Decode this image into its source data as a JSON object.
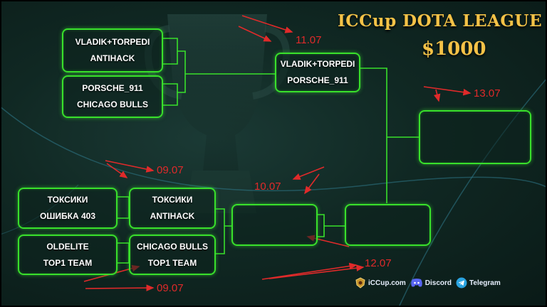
{
  "header": {
    "title": "ICCup DOTA LEAGUE",
    "prize": "$1000"
  },
  "bracket": {
    "upper_r1_m1": [
      "VLADIK+TORPEDI",
      "ANTIHACK"
    ],
    "upper_r1_m2": [
      "PORSCHE_911",
      "CHICAGO BULLS"
    ],
    "upper_final": [
      "VLADIK+TORPEDI",
      "PORSCHE_911"
    ],
    "grand_final": [],
    "lower_r1_m1": [
      "ТОКСИКИ",
      "ОШИБКА 403"
    ],
    "lower_r1_m2": [
      "OLDELITE",
      "TOP1 TEAM"
    ],
    "lower_r2_m1": [
      "ТОКСИКИ",
      "ANTIHACK"
    ],
    "lower_r2_m2": [
      "CHICAGO BULLS",
      "TOP1 TEAM"
    ],
    "lower_r3": [],
    "lower_final": []
  },
  "dates": {
    "upper_final": "11.07",
    "grand_final": "13.07",
    "lower_r1": "09.07",
    "lower_r2_bottom": "09.07",
    "lower_r3": "10.07",
    "lower_final": "12.07"
  },
  "footer": {
    "site": "iCCup.com",
    "discord": "Discord",
    "telegram": "Telegram"
  },
  "colors": {
    "box_border": "#39e02b",
    "date": "#e02a2a",
    "title": "#f4c247",
    "line": "#39e02b"
  }
}
